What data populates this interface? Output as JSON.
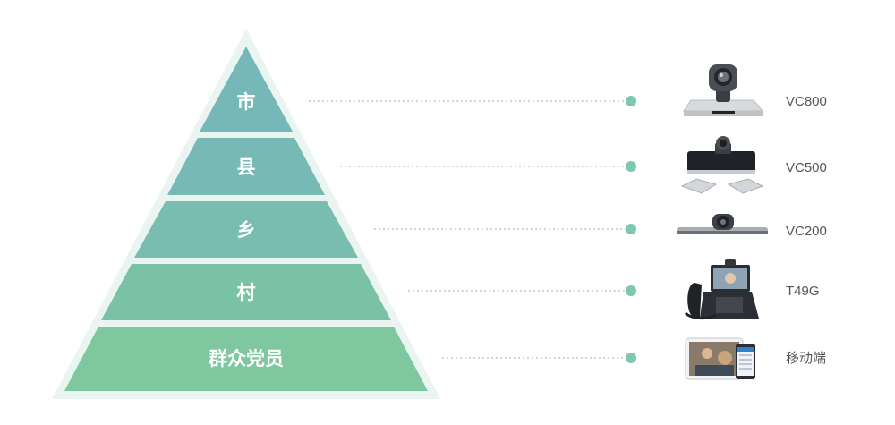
{
  "tiers": [
    {
      "label": "市",
      "color": "#76b8b8"
    },
    {
      "label": "县",
      "color": "#77bab5"
    },
    {
      "label": "乡",
      "color": "#78bdb0"
    },
    {
      "label": "村",
      "color": "#7ac2a6"
    },
    {
      "label": "群众党员",
      "color": "#7fc79e"
    }
  ],
  "devices": [
    {
      "name": "VC800",
      "icon": "vc800-camera-icon"
    },
    {
      "name": "VC500",
      "icon": "vc500-camera-icon"
    },
    {
      "name": "VC200",
      "icon": "vc200-camera-icon"
    },
    {
      "name": "T49G",
      "icon": "t49g-phone-icon"
    },
    {
      "name": "移动端",
      "icon": "mobile-devices-icon"
    }
  ],
  "colors": {
    "pyramid_halo": "#eaf5f2",
    "connector_dot": "#7cc9b0",
    "connector_line": "#c6c6c6"
  }
}
